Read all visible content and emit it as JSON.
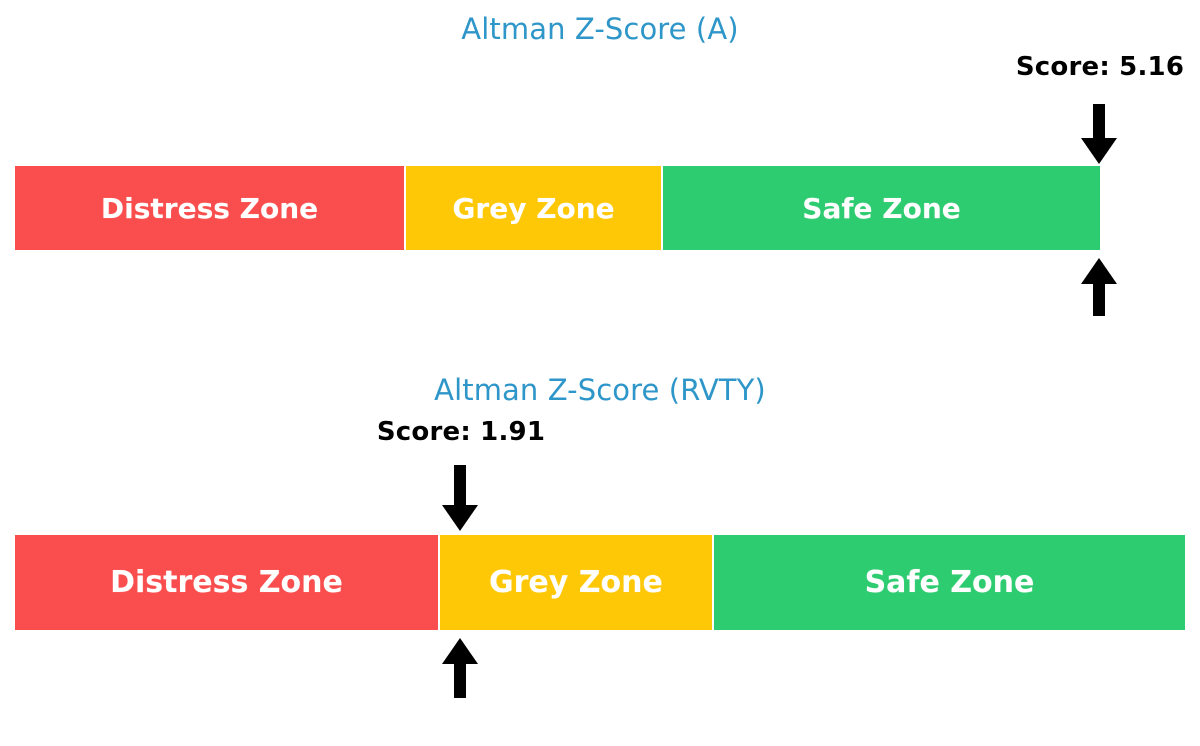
{
  "page": {
    "background": "#ffffff",
    "title_color": "#2e96c8",
    "text_color": "#000000"
  },
  "colors": {
    "distress": "#fa4e4e",
    "grey": "#ffc806",
    "safe": "#2ecc71",
    "title_blue": "#2e96c8",
    "arrow_black": "#000000",
    "zone_text": "#ffffff"
  },
  "charts": [
    {
      "id": "altman-z-score-a",
      "title": "Altman Z-Score (A)",
      "score_label": "Score: 5.16",
      "score_value": 5.16,
      "marker_position_pct": 92.7,
      "zones": [
        {
          "name": "distress",
          "label": "Distress Zone",
          "color": "#fa4e4e",
          "width_pct": 33.4
        },
        {
          "name": "grey",
          "label": "Grey Zone",
          "color": "#ffc806",
          "width_pct": 23.7
        },
        {
          "name": "safe",
          "label": "Safe Zone",
          "color": "#2ecc71",
          "width_pct": 42.9
        }
      ]
    },
    {
      "id": "altman-z-score-rvty",
      "title": "Altman Z-Score (RVTY)",
      "score_label": "Score: 1.91",
      "score_value": 1.91,
      "marker_position_pct": 38.0,
      "zones": [
        {
          "name": "distress",
          "label": "Distress Zone",
          "color": "#fa4e4e",
          "width_pct": 36.3
        },
        {
          "name": "grey",
          "label": "Grey Zone",
          "color": "#ffc806",
          "width_pct": 23.5
        },
        {
          "name": "safe",
          "label": "Safe Zone",
          "color": "#2ecc71",
          "width_pct": 40.2
        }
      ]
    }
  ],
  "chart_data": {
    "type": "bar",
    "title": "Altman Z-Score zone gauges",
    "orientation": "horizontal-stacked-gauge",
    "grid": false,
    "legend": "none",
    "panels": [
      {
        "title": "Altman Z-Score (A)",
        "annotation": "Score: 5.16",
        "value": 5.16,
        "marker_pct_of_bar": 92.7,
        "categories": [
          "Distress Zone",
          "Grey Zone",
          "Safe Zone"
        ],
        "values": [
          33.4,
          23.7,
          42.9
        ],
        "colors": [
          "#fa4e4e",
          "#ffc806",
          "#2ecc71"
        ],
        "xlabel": "",
        "ylabel": ""
      },
      {
        "title": "Altman Z-Score (RVTY)",
        "annotation": "Score: 1.91",
        "value": 1.91,
        "marker_pct_of_bar": 38.0,
        "categories": [
          "Distress Zone",
          "Grey Zone",
          "Safe Zone"
        ],
        "values": [
          36.3,
          23.5,
          40.2
        ],
        "colors": [
          "#fa4e4e",
          "#ffc806",
          "#2ecc71"
        ],
        "xlabel": "",
        "ylabel": ""
      }
    ]
  }
}
